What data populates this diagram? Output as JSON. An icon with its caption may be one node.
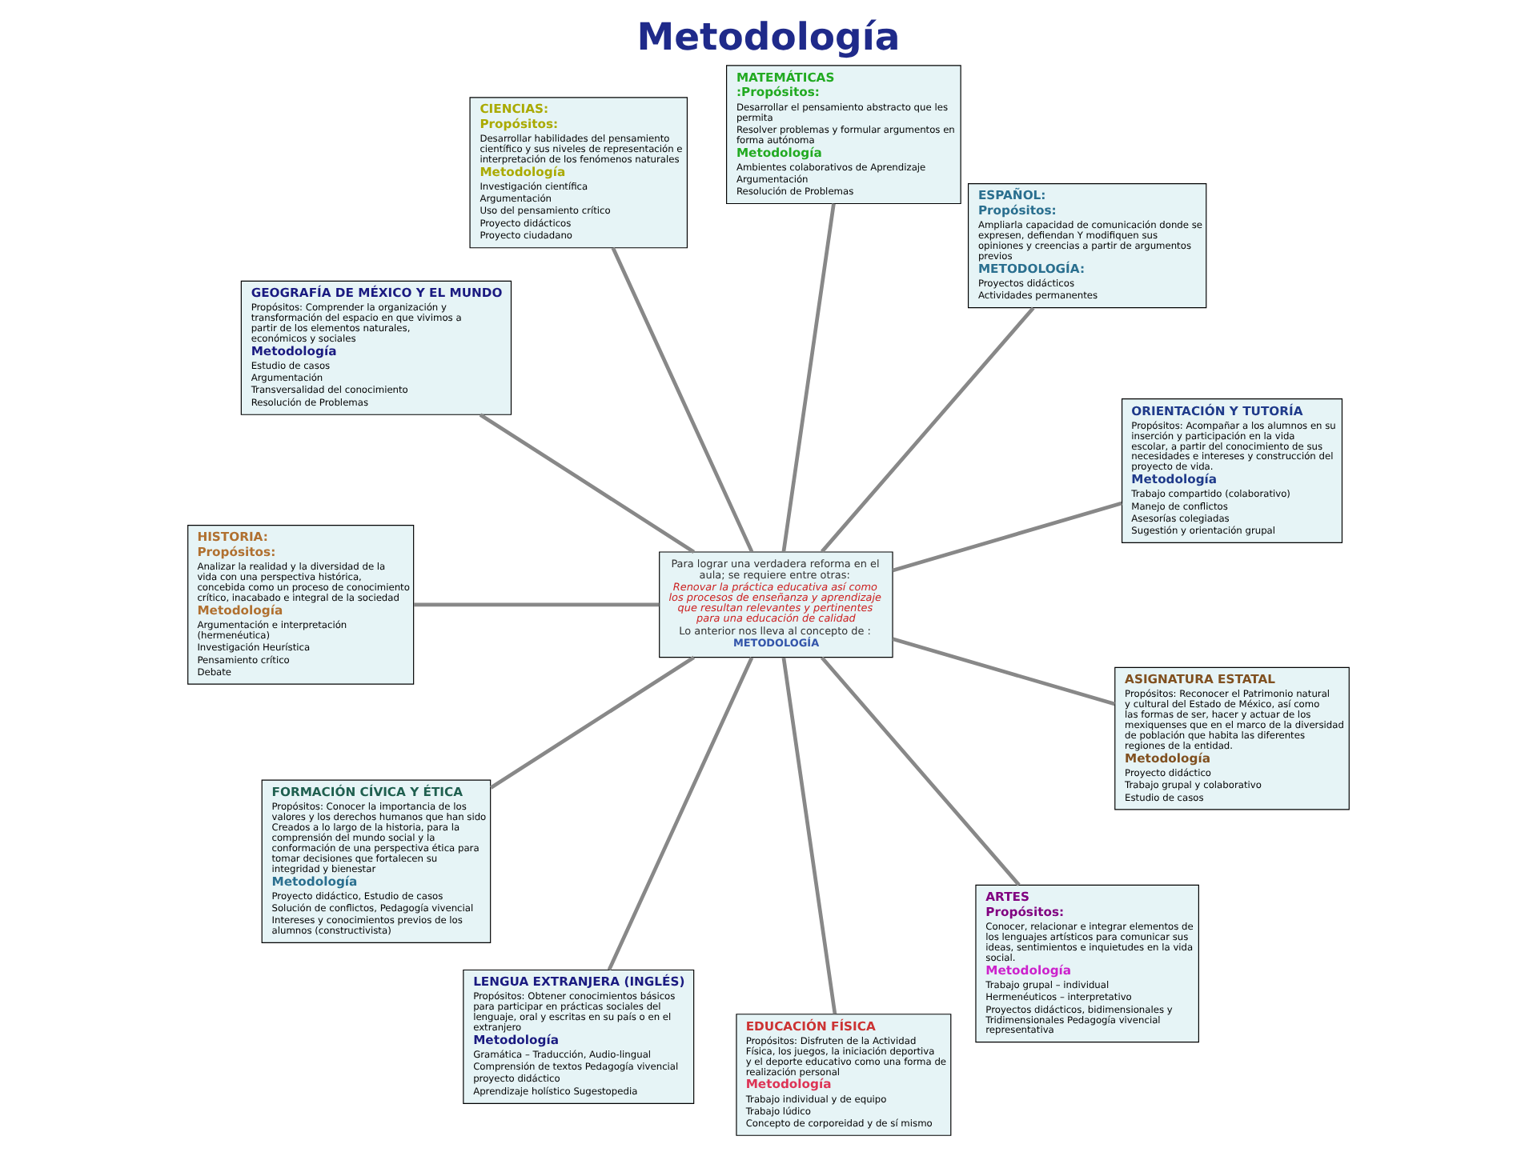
{
  "diagram": {
    "title": "Metodología",
    "nodes": [
      {
        "text": [
          "Para lograr una verdadera reforma en el aula; se requiere entre otras:",
          "Renovar la práctica educativa así como los procesos de enseñanza y aprendizaje que resultan relevantes y pertinentes para una educación de calidad",
          "Lo anterior nos lleva al concepto de :",
          "METODOLOGÍA"
        ]
      },
      {
        "text": [
          "ORIENTACIÓN Y TUTORÍA",
          "Propósitos: Acompañar a los alumnos en su inserción y participación en la vida escolar, a partir del conocimiento de sus necesidades e intereses y construcción del proyecto de vida.",
          "Metodología",
          "Trabajo compartido (colaborativo)",
          "Manejo de conflictos",
          "Asesorías colegiadas",
          "Sugestión y orientación grupal"
        ]
      },
      {
        "text": [
          "ESPAÑOL:",
          "Propósitos:",
          "Ampliarla capacidad de comunicación donde se expresen, defiendan Y modifiquen sus opiniones y creencias a partir de argumentos previos",
          "METODOLOGÍA:",
          "Proyectos didácticos",
          "Actividades permanentes"
        ]
      },
      {
        "text": [
          "MATEMÁTICAS",
          ":Propósitos:",
          "Desarrollar el pensamiento abstracto que les permita",
          "Resolver problemas y formular argumentos en forma autónoma",
          "Metodología",
          "Ambientes colaborativos de Aprendizaje",
          "Argumentación",
          "Resolución de Problemas"
        ]
      },
      {
        "text": [
          "CIENCIAS:",
          "Propósitos:",
          "Desarrollar habilidades del pensamiento científico y sus niveles de representación e interpretación de los fenómenos naturales",
          "Metodología",
          "Investigación científica",
          "Argumentación",
          "Uso del pensamiento crítico",
          "Proyecto didácticos",
          "Proyecto ciudadano"
        ]
      },
      {
        "text": [
          "GEOGRAFÍA DE MÉXICO Y EL MUNDO",
          "Propósitos: Comprender la organización y transformación del espacio en que vivimos a partir de los elementos naturales, económicos y sociales",
          "Metodología",
          "Estudio de casos",
          "Argumentación",
          "Transversalidad del conocimiento",
          "Resolución de Problemas"
        ]
      },
      {
        "text": [
          "HISTORIA:",
          "Propósitos:",
          "Analizar la realidad y la diversidad de la vida con una perspectiva histórica, concebida como un proceso de conocimiento crítico, inacabado e integral de la sociedad",
          "Metodología",
          "Argumentación e interpretación (hermenéutica)",
          "Investigación Heurística",
          "Pensamiento crítico",
          "Debate"
        ]
      },
      {
        "text": [
          "FORMACIÓN CÍVICA Y ÉTICA",
          "Propósitos: Conocer la importancia de los valores y los derechos humanos que han sido Creados a lo largo de la historia, para la comprensión del mundo social y la conformación de una perspectiva ética para tomar decisiones que fortalecen su integridad y bienestar",
          "Metodología",
          "Proyecto didáctico, Estudio de casos",
          "Solución de conflictos, Pedagogía vivencial",
          "Intereses y conocimientos previos de los alumnos (constructivista)"
        ]
      },
      {
        "text": [
          "LENGUA EXTRANJERA (INGLÉS)",
          "Propósitos: Obtener conocimientos básicos para participar en prácticas sociales del lenguaje, oral y escritas en su país o en el extranjero",
          "Metodología",
          "Gramática – Traducción, Audio-lingual",
          "Comprensión de textos Pedagogía vivencial",
          "proyecto didáctico",
          "Aprendizaje holístico Sugestopedia"
        ]
      },
      {
        "text": [
          "EDUCACIÓN FÍSICA",
          "Propósitos: Disfruten de la Actividad Física, los juegos, la iniciación deportiva y el deporte educativo como una forma de realización personal",
          "Metodología",
          "Trabajo individual y de equipo",
          "Trabajo lúdico",
          "Concepto de corporeidad y de sí mismo"
        ]
      },
      {
        "text": [
          "ARTES",
          "Propósitos:",
          "Conocer, relacionar e integrar elementos de los lenguajes artísticos para comunicar sus ideas, sentimientos e inquietudes en la vida social.",
          "Metodología",
          "Trabajo grupal – individual",
          "Hermenéuticos – interpretativo",
          "Proyectos didácticos, bidimensionales y Tridimensionales Pedagogía vivencial representativa"
        ]
      },
      {
        "text": [
          "ASIGNATURA ESTATAL",
          "Propósitos: Reconocer el Patrimonio natural y cultural del Estado de México, así como las formas de ser, hacer y actuar de los mexiquenses que en el marco de la diversidad de población que habita las diferentes regiones de la entidad.",
          "Metodología",
          "Proyecto didáctico",
          "Trabajo grupal y colaborativo",
          "Estudio de casos"
        ]
      }
    ],
    "edges": [
      {
        "from": 0,
        "to": 1,
        "arrow": "none"
      },
      {
        "from": 0,
        "to": 2,
        "arrow": "none"
      },
      {
        "from": 0,
        "to": 3,
        "arrow": "none"
      },
      {
        "from": 0,
        "to": 4,
        "arrow": "none"
      },
      {
        "from": 0,
        "to": 5,
        "arrow": "none"
      },
      {
        "from": 0,
        "to": 6,
        "arrow": "none"
      },
      {
        "from": 0,
        "to": 7,
        "arrow": "none"
      },
      {
        "from": 0,
        "to": 8,
        "arrow": "none"
      },
      {
        "from": 0,
        "to": 9,
        "arrow": "none"
      },
      {
        "from": 0,
        "to": 10,
        "arrow": "none"
      },
      {
        "from": 0,
        "to": 11,
        "arrow": "none"
      }
    ]
  }
}
